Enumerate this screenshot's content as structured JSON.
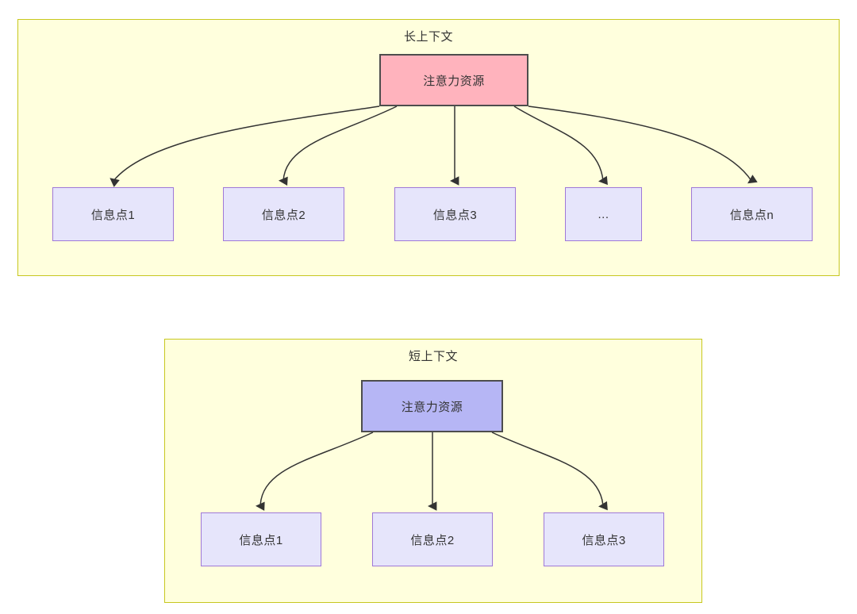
{
  "diagram": {
    "type": "flowchart",
    "title_top": "长上下文",
    "title_bottom": "短上下文",
    "colors": {
      "panel_background": "#FFFFDD",
      "panel_border": "#C7C71F",
      "root_long_fill": "#FFB3BD",
      "root_long_border": "#4D4D4D",
      "root_short_fill": "#B6B6F5",
      "root_short_border": "#4D4D4D",
      "info_fill": "#E6E5FB",
      "info_border": "#9F78D8",
      "edge_color": "#333333",
      "text_color": "#333333"
    },
    "panels": [
      {
        "id": "long-context",
        "title": "长上下文",
        "root": {
          "label": "注意力资源",
          "style": "pink"
        },
        "children": [
          {
            "label": "信息点1"
          },
          {
            "label": "信息点2"
          },
          {
            "label": "信息点3"
          },
          {
            "label": "..."
          },
          {
            "label": "信息点n"
          }
        ],
        "edge_count": 5
      },
      {
        "id": "short-context",
        "title": "短上下文",
        "root": {
          "label": "注意力资源",
          "style": "blue"
        },
        "children": [
          {
            "label": "信息点1"
          },
          {
            "label": "信息点2"
          },
          {
            "label": "信息点3"
          }
        ],
        "edge_count": 3
      }
    ],
    "edge_marker": "arrowhead-icon"
  }
}
